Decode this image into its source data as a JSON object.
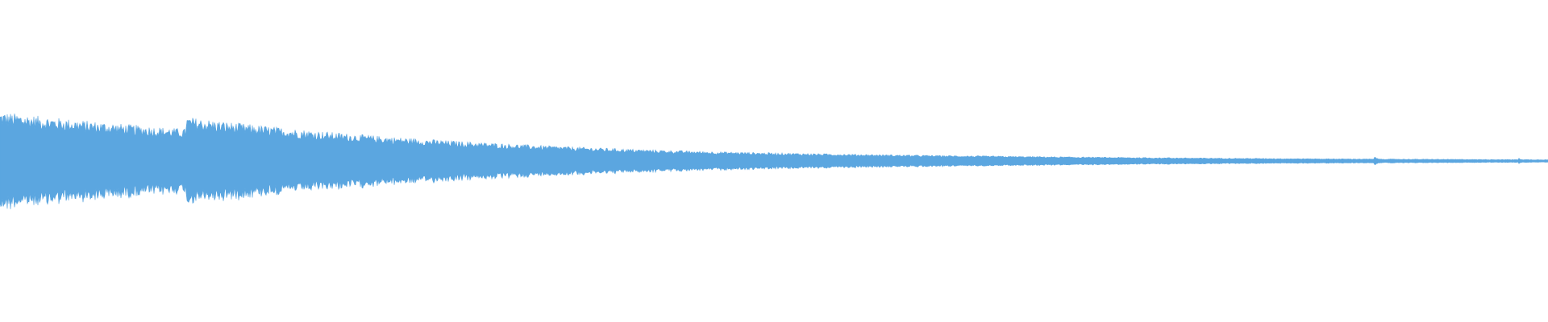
{
  "waveform": {
    "color": "#5ba6e0",
    "background": "#ffffff",
    "events": [
      {
        "position": 0.0,
        "peak": 1.0,
        "decay": 0.28
      },
      {
        "position": 0.12,
        "peak": 0.9,
        "decay": 0.22
      },
      {
        "position": 0.755,
        "peak": 0.09,
        "decay": 0.004
      },
      {
        "position": 0.888,
        "peak": 0.09,
        "decay": 0.004
      },
      {
        "position": 0.981,
        "peak": 0.06,
        "decay": 0.004
      }
    ],
    "noise_floor": 0.008
  }
}
